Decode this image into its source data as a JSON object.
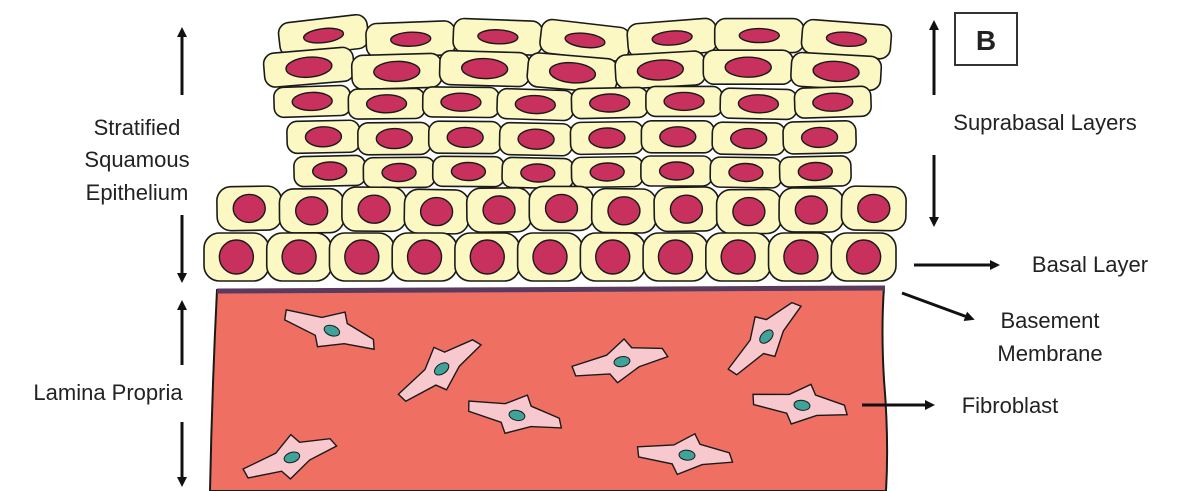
{
  "panel_label": "B",
  "labels": {
    "epithelium": [
      "Stratified",
      "Squamous",
      "Epithelium"
    ],
    "lamina_propria": "Lamina Propria",
    "suprabasal": "Suprabasal Layers",
    "basal": "Basal Layer",
    "basement_membrane": [
      "Basement",
      "Membrane"
    ],
    "fibroblast": "Fibroblast"
  },
  "colors": {
    "cell_fill": "#fbf8c4",
    "nucleus_fill": "#c8305d",
    "lamina_fill": "#ef6f63",
    "membrane": "#5a3a5e",
    "fibroblast_fill": "#f7c9cf",
    "fibroblast_nucleus": "#3fa39a",
    "outline": "#1a1a1a"
  }
}
